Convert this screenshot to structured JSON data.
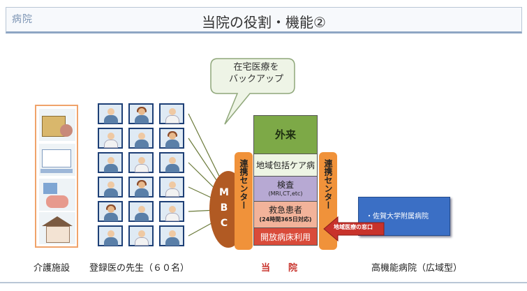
{
  "header": {
    "logo": "病院",
    "title": "当院の役割・機能②"
  },
  "callout": {
    "line1": "在宅医療を",
    "line2": "バックアップ"
  },
  "hospital": {
    "blocks": [
      {
        "label": "外来",
        "color": "#7da947"
      },
      {
        "label": "地域包括ケア病床",
        "color": "#eef5e4"
      },
      {
        "label": "検査",
        "sub": "(MRI,CT,etc)",
        "color": "#b7a9d3"
      },
      {
        "label": "救急患者",
        "sub": "(24時間365日対応)",
        "color": "#f2b39a"
      },
      {
        "label": "開放病床利用",
        "color": "#d94b3a"
      }
    ],
    "left_center": "連携センター",
    "right_center": "連携センター",
    "mbc": "MBC"
  },
  "partner": {
    "label": "・佐賀大学附属病院",
    "arrow_label": "地域医療の窓口"
  },
  "footer_labels": {
    "care": "介護施設",
    "doctors": "登録医の先生（６０名）",
    "hospital": "当　　院",
    "advanced": "高機能病院（広域型）"
  },
  "colors": {
    "accent_orange": "#f0923a",
    "navy": "#1d3f76",
    "red": "#c8322b",
    "blue": "#3b6fc5"
  }
}
